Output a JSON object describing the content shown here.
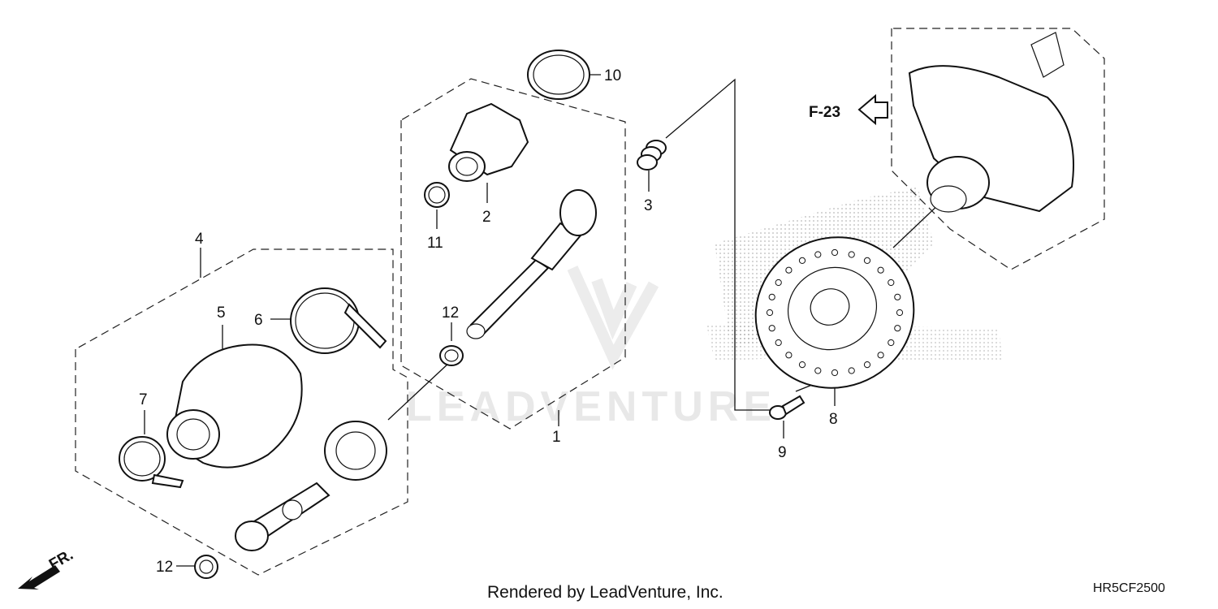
{
  "callouts": [
    {
      "id": "1",
      "label": "1"
    },
    {
      "id": "2",
      "label": "2"
    },
    {
      "id": "3",
      "label": "3"
    },
    {
      "id": "4",
      "label": "4"
    },
    {
      "id": "5",
      "label": "5"
    },
    {
      "id": "6",
      "label": "6"
    },
    {
      "id": "7",
      "label": "7"
    },
    {
      "id": "8",
      "label": "8"
    },
    {
      "id": "9",
      "label": "9"
    },
    {
      "id": "10",
      "label": "10"
    },
    {
      "id": "11",
      "label": "11"
    },
    {
      "id": "12a",
      "label": "12"
    },
    {
      "id": "12b",
      "label": "12"
    }
  ],
  "references": {
    "section_ref": "F-23",
    "front_indicator": "FR."
  },
  "watermark": "LEADVENTURE",
  "footer": {
    "rendered_by": "Rendered by LeadVenture, Inc.",
    "diagram_code": "HR5CF2500"
  }
}
